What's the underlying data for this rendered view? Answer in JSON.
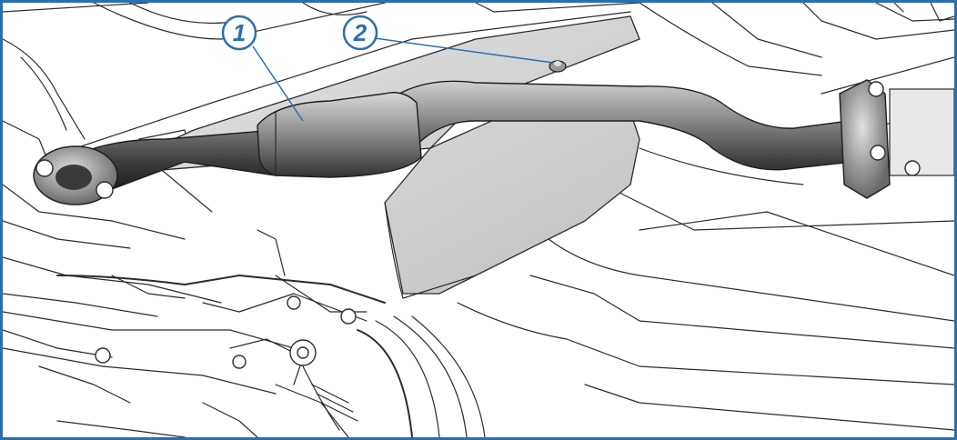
{
  "callouts": [
    {
      "number": "1",
      "target": "catalytic-converter"
    },
    {
      "number": "2",
      "target": "heat-shield-nut"
    }
  ],
  "colors": {
    "frame_border": "#2a6fb0",
    "callout": "#2a6fb0",
    "pipe_dark": "#3a3a3a",
    "pipe_mid": "#7b7b7b",
    "pipe_light": "#c8c8c8",
    "heat_shield": "#d4d4d4",
    "line_art": "#2b2b2b"
  }
}
